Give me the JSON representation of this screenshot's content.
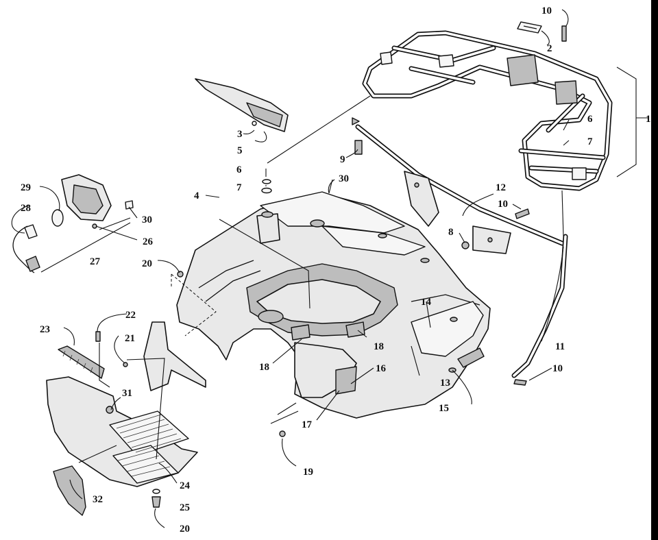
{
  "colors": {
    "line": "#111111",
    "fill": "#e9e9e9",
    "shade": "#bdbdbd",
    "background": "#ffffff"
  },
  "callouts": [
    {
      "id": "c1",
      "label": "1"
    },
    {
      "id": "c2",
      "label": "2"
    },
    {
      "id": "c3",
      "label": "3"
    },
    {
      "id": "c4",
      "label": "4"
    },
    {
      "id": "c5",
      "label": "5"
    },
    {
      "id": "c6a",
      "label": "6"
    },
    {
      "id": "c6b",
      "label": "6"
    },
    {
      "id": "c7a",
      "label": "7"
    },
    {
      "id": "c7b",
      "label": "7"
    },
    {
      "id": "c8",
      "label": "8"
    },
    {
      "id": "c9",
      "label": "9"
    },
    {
      "id": "c10a",
      "label": "10"
    },
    {
      "id": "c10b",
      "label": "10"
    },
    {
      "id": "c10c",
      "label": "10"
    },
    {
      "id": "c11",
      "label": "11"
    },
    {
      "id": "c12",
      "label": "12"
    },
    {
      "id": "c13",
      "label": "13"
    },
    {
      "id": "c14",
      "label": "14"
    },
    {
      "id": "c15",
      "label": "15"
    },
    {
      "id": "c16",
      "label": "16"
    },
    {
      "id": "c17",
      "label": "17"
    },
    {
      "id": "c18a",
      "label": "18"
    },
    {
      "id": "c18b",
      "label": "18"
    },
    {
      "id": "c19",
      "label": "19"
    },
    {
      "id": "c20a",
      "label": "20"
    },
    {
      "id": "c20b",
      "label": "20"
    },
    {
      "id": "c21",
      "label": "21"
    },
    {
      "id": "c22",
      "label": "22"
    },
    {
      "id": "c23",
      "label": "23"
    },
    {
      "id": "c24",
      "label": "24"
    },
    {
      "id": "c25",
      "label": "25"
    },
    {
      "id": "c26",
      "label": "26"
    },
    {
      "id": "c27",
      "label": "27"
    },
    {
      "id": "c28",
      "label": "28"
    },
    {
      "id": "c29",
      "label": "29"
    },
    {
      "id": "c30a",
      "label": "30"
    },
    {
      "id": "c30b",
      "label": "30"
    },
    {
      "id": "c31",
      "label": "31"
    },
    {
      "id": "c32",
      "label": "32"
    }
  ]
}
